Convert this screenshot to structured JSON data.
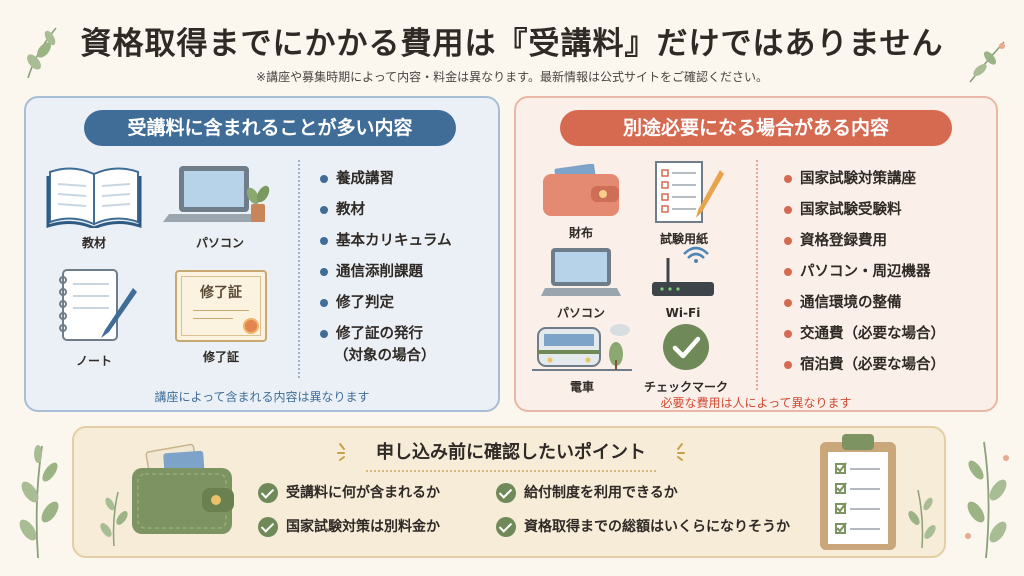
{
  "title": "資格取得までにかかる費用は『受講料』だけではありません",
  "subtitle": "※講座や募集時期によって内容・料金は異なります。最新情報は公式サイトをご確認ください。",
  "left_panel": {
    "heading": "受講料に含まれることが多い内容",
    "icons": [
      "教材",
      "パソコン",
      "ノート",
      "修了証"
    ],
    "certificate_text": "修了証",
    "items": [
      "養成講習",
      "教材",
      "基本カリキュラム",
      "通信添削課題",
      "修了判定",
      "修了証の発行",
      "（対象の場合）"
    ],
    "note": "講座によって含まれる内容は異なります"
  },
  "right_panel": {
    "heading": "別途必要になる場合がある内容",
    "icons": [
      "財布",
      "試験用紙",
      "パソコン",
      "Wi-Fi",
      "電車",
      "チェックマーク"
    ],
    "items": [
      "国家試験対策講座",
      "国家試験受験料",
      "資格登録費用",
      "パソコン・周辺機器",
      "通信環境の整備",
      "交通費（必要な場合）",
      "宿泊費（必要な場合）"
    ],
    "note": "必要な費用は人によって異なります"
  },
  "bottom": {
    "heading": "申し込み前に確認したいポイント",
    "checks": [
      "受講料に何が含まれるか",
      "給付制度を利用できるか",
      "国家試験対策は別料金か",
      "資格取得までの総額はいくらになりそうか"
    ]
  },
  "colors": {
    "blue": "#3f6d98",
    "coral": "#d66a50",
    "green": "#6f8a58",
    "note_red": "#d14a32"
  }
}
